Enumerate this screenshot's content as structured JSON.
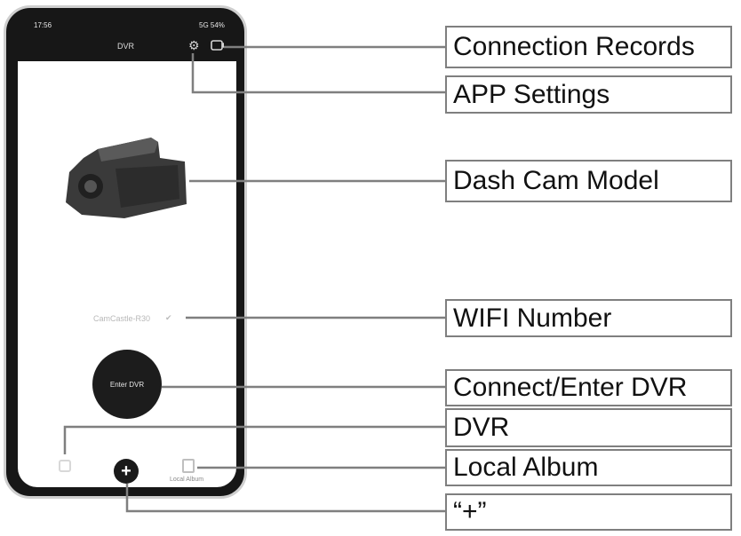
{
  "status_bar": {
    "time": "17:56",
    "right": "5G 54%"
  },
  "header": {
    "title": "DVR",
    "settings_icon": "gear-icon",
    "records_icon": "camera-record-icon"
  },
  "main": {
    "device_image": "dash-cam-image",
    "wifi_name": "CamCastle-R30",
    "wifi_icon": "check-circle-icon",
    "enter_button": "Enter DVR"
  },
  "bottom_nav": {
    "dvr_icon": "camera-icon",
    "plus_label": "+",
    "album_label": "Local Album",
    "album_icon": "folder-icon"
  },
  "callouts": {
    "connection_records": "Connection Records",
    "app_settings": "APP Settings",
    "dash_cam_model": "Dash Cam Model",
    "wifi_number": "WIFI Number",
    "connect_enter_dvr": "Connect/Enter DVR",
    "dvr": "DVR",
    "local_album": "Local Album",
    "plus": "“+”"
  },
  "colors": {
    "phone_frame": "#171717",
    "screen": "#ffffff",
    "callout_border": "#7f7f7f",
    "leader_line": "#7f7f7f"
  }
}
